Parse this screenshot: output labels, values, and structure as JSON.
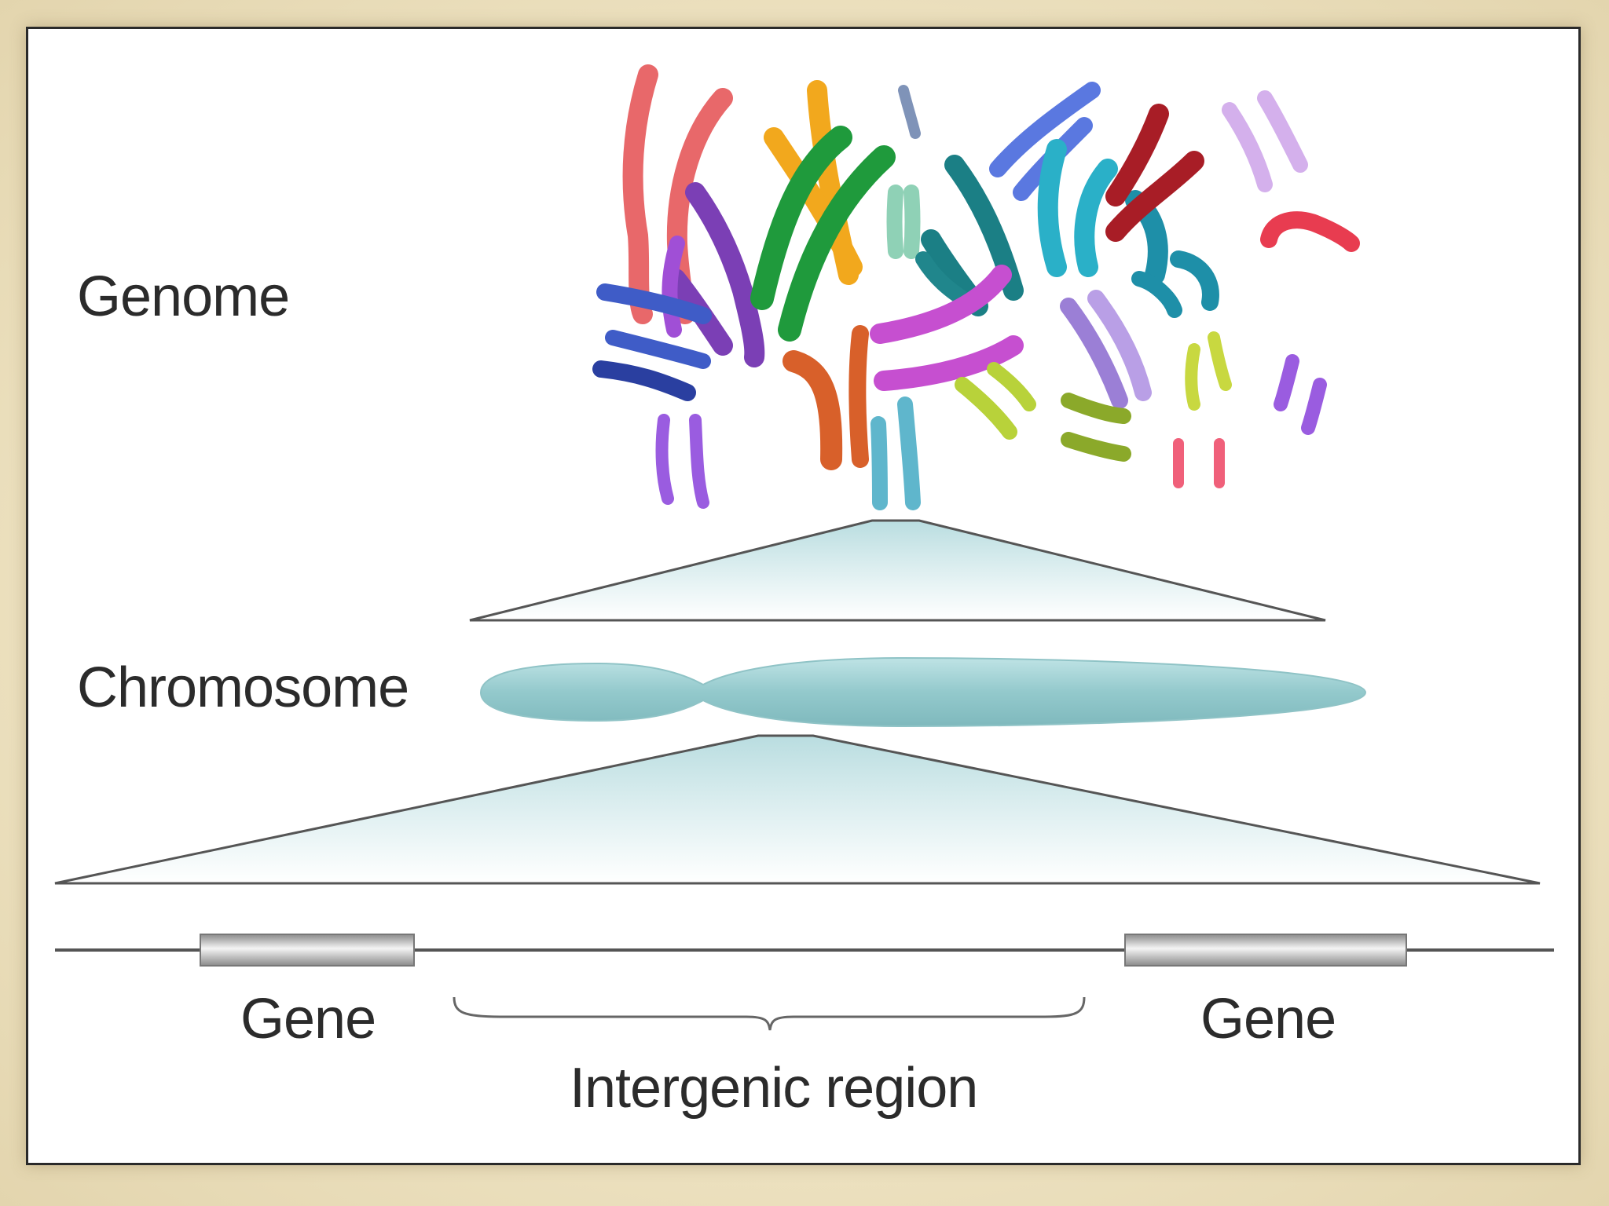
{
  "labels": {
    "genome": "Genome",
    "chromosome": "Chromosome",
    "gene_left": "Gene",
    "gene_right": "Gene",
    "intergenic_region": "Intergenic region"
  },
  "colors": {
    "background": "#efe4c4",
    "panel": "#ffffff",
    "chromosome_fill": "#9fd0d3",
    "zoom_fill": "#bfe0e3",
    "line": "#555555",
    "text": "#2b2b2b"
  },
  "genome_chromosome_colors": [
    "#e8686a",
    "#7b3fb5",
    "#3f5cc7",
    "#f2a81d",
    "#1f9a3c",
    "#8fd1b6",
    "#1b7f85",
    "#c64fd0",
    "#5a78e0",
    "#2ab0c8",
    "#a81d26",
    "#c7a2e6",
    "#e83c50",
    "#d8602a",
    "#b8d23a",
    "#8ba92a",
    "#9a5ce0",
    "#5fb6cc"
  ]
}
